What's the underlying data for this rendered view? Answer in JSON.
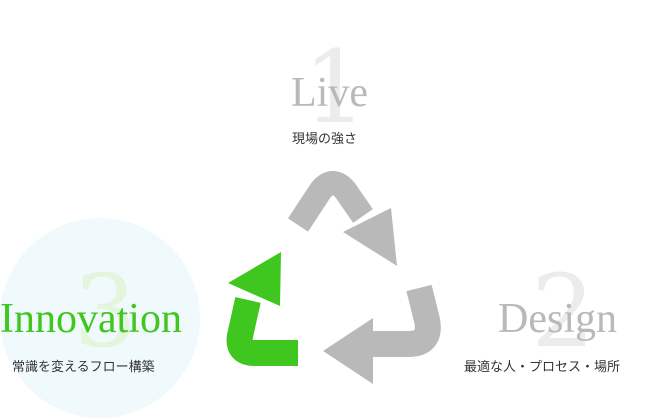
{
  "stages": [
    {
      "number": "1",
      "title": "Live",
      "subtitle": "現場の強さ",
      "active": false
    },
    {
      "number": "2",
      "title": "Design",
      "subtitle": "最適な人・プロセス・場所",
      "active": false
    },
    {
      "number": "3",
      "title": "Innovation",
      "subtitle": "常識を変えるフロー構築",
      "active": true
    }
  ],
  "colors": {
    "active": "#3fc71f",
    "inactive": "#b9b9b9",
    "number_faint": "#ececec",
    "halo": "#f0fafd",
    "subtitle": "#333333"
  },
  "icons": [
    "cycle-arrow-top-icon",
    "cycle-arrow-right-icon",
    "cycle-arrow-left-icon"
  ]
}
